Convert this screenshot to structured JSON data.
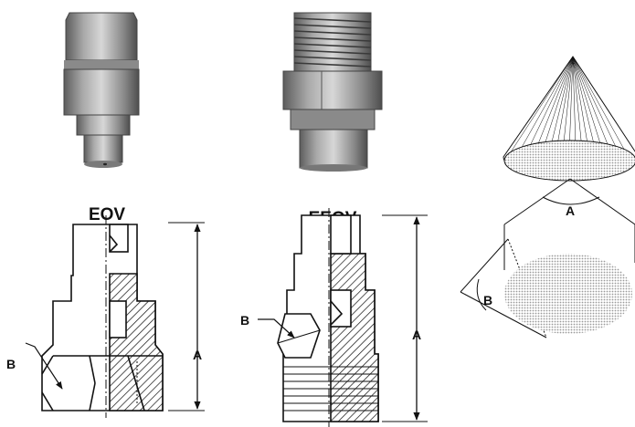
{
  "products": [
    {
      "model": "EOV",
      "dim_a": "A",
      "dim_b": "B"
    },
    {
      "model": "EEOV",
      "dim_a": "A",
      "dim_b": "B"
    }
  ],
  "spray_pattern": {
    "angle_a": "A",
    "angle_b": "B",
    "shape": "oval-cone"
  },
  "colors": {
    "line": "#111111",
    "metal_light": "#c9c9c9",
    "metal_dark": "#6a6a6a",
    "spray_dot": "#b5b5b5"
  }
}
